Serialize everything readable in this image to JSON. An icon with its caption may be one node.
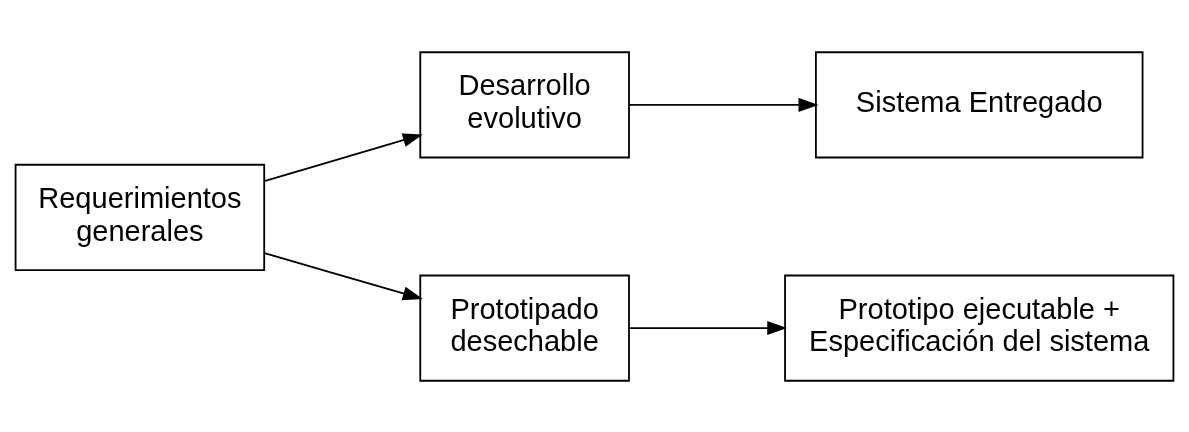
{
  "diagram": {
    "nodes": [
      {
        "text": [
          "Requerimientos generales"
        ]
      },
      {
        "text": [
          "Desarrollo evolutivo"
        ]
      },
      {
        "text": [
          "Sistema Entregado"
        ]
      },
      {
        "text": [
          "Prototipado desechable"
        ]
      },
      {
        "text": [
          "Prototipo ejecutable + Especificación del sistema"
        ]
      }
    ],
    "edges": [
      {
        "from": 0,
        "to": 1,
        "arrow": "to"
      },
      {
        "from": 1,
        "to": 2,
        "arrow": "to"
      },
      {
        "from": 0,
        "to": 3,
        "arrow": "to"
      },
      {
        "from": 3,
        "to": 4,
        "arrow": "to"
      }
    ]
  }
}
